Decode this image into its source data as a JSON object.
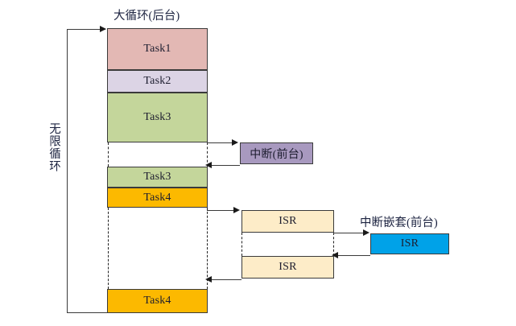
{
  "diagram": {
    "title_background": "大循环(后台)",
    "loop_label": "无限循环",
    "interrupt_label": "中断(前台)",
    "nested_interrupt_label": "中断嵌套(前台)",
    "bottom_caption": "",
    "colors": {
      "task1": "#e3b8b4",
      "task2": "#dcd4e5",
      "task3": "#c4d69b",
      "task4": "#fcb900",
      "interrupt": "#a899bf",
      "isr": "#fdecc8",
      "isr_nested": "#00a2e8",
      "stroke": "#3a3a3a",
      "background": "#ffffff"
    },
    "background_blocks": [
      {
        "id": "task1-block",
        "label": "Task1",
        "color_key": "task1"
      },
      {
        "id": "task2-block",
        "label": "Task2",
        "color_key": "task2"
      },
      {
        "id": "task3-block",
        "label": "Task3",
        "color_key": "task3"
      },
      {
        "id": "task3-resume-block",
        "label": "Task3",
        "color_key": "task3"
      },
      {
        "id": "task4-block",
        "label": "Task4",
        "color_key": "task4"
      },
      {
        "id": "task4-resume-block",
        "label": "Task4",
        "color_key": "task4"
      }
    ],
    "foreground_blocks": [
      {
        "id": "interrupt-block",
        "label": "中断(前台)",
        "color_key": "interrupt"
      },
      {
        "id": "isr-first-block",
        "label": "ISR",
        "color_key": "isr"
      },
      {
        "id": "isr-second-block",
        "label": "ISR",
        "color_key": "isr"
      },
      {
        "id": "isr-nested-block",
        "label": "ISR",
        "color_key": "isr_nested"
      }
    ]
  }
}
